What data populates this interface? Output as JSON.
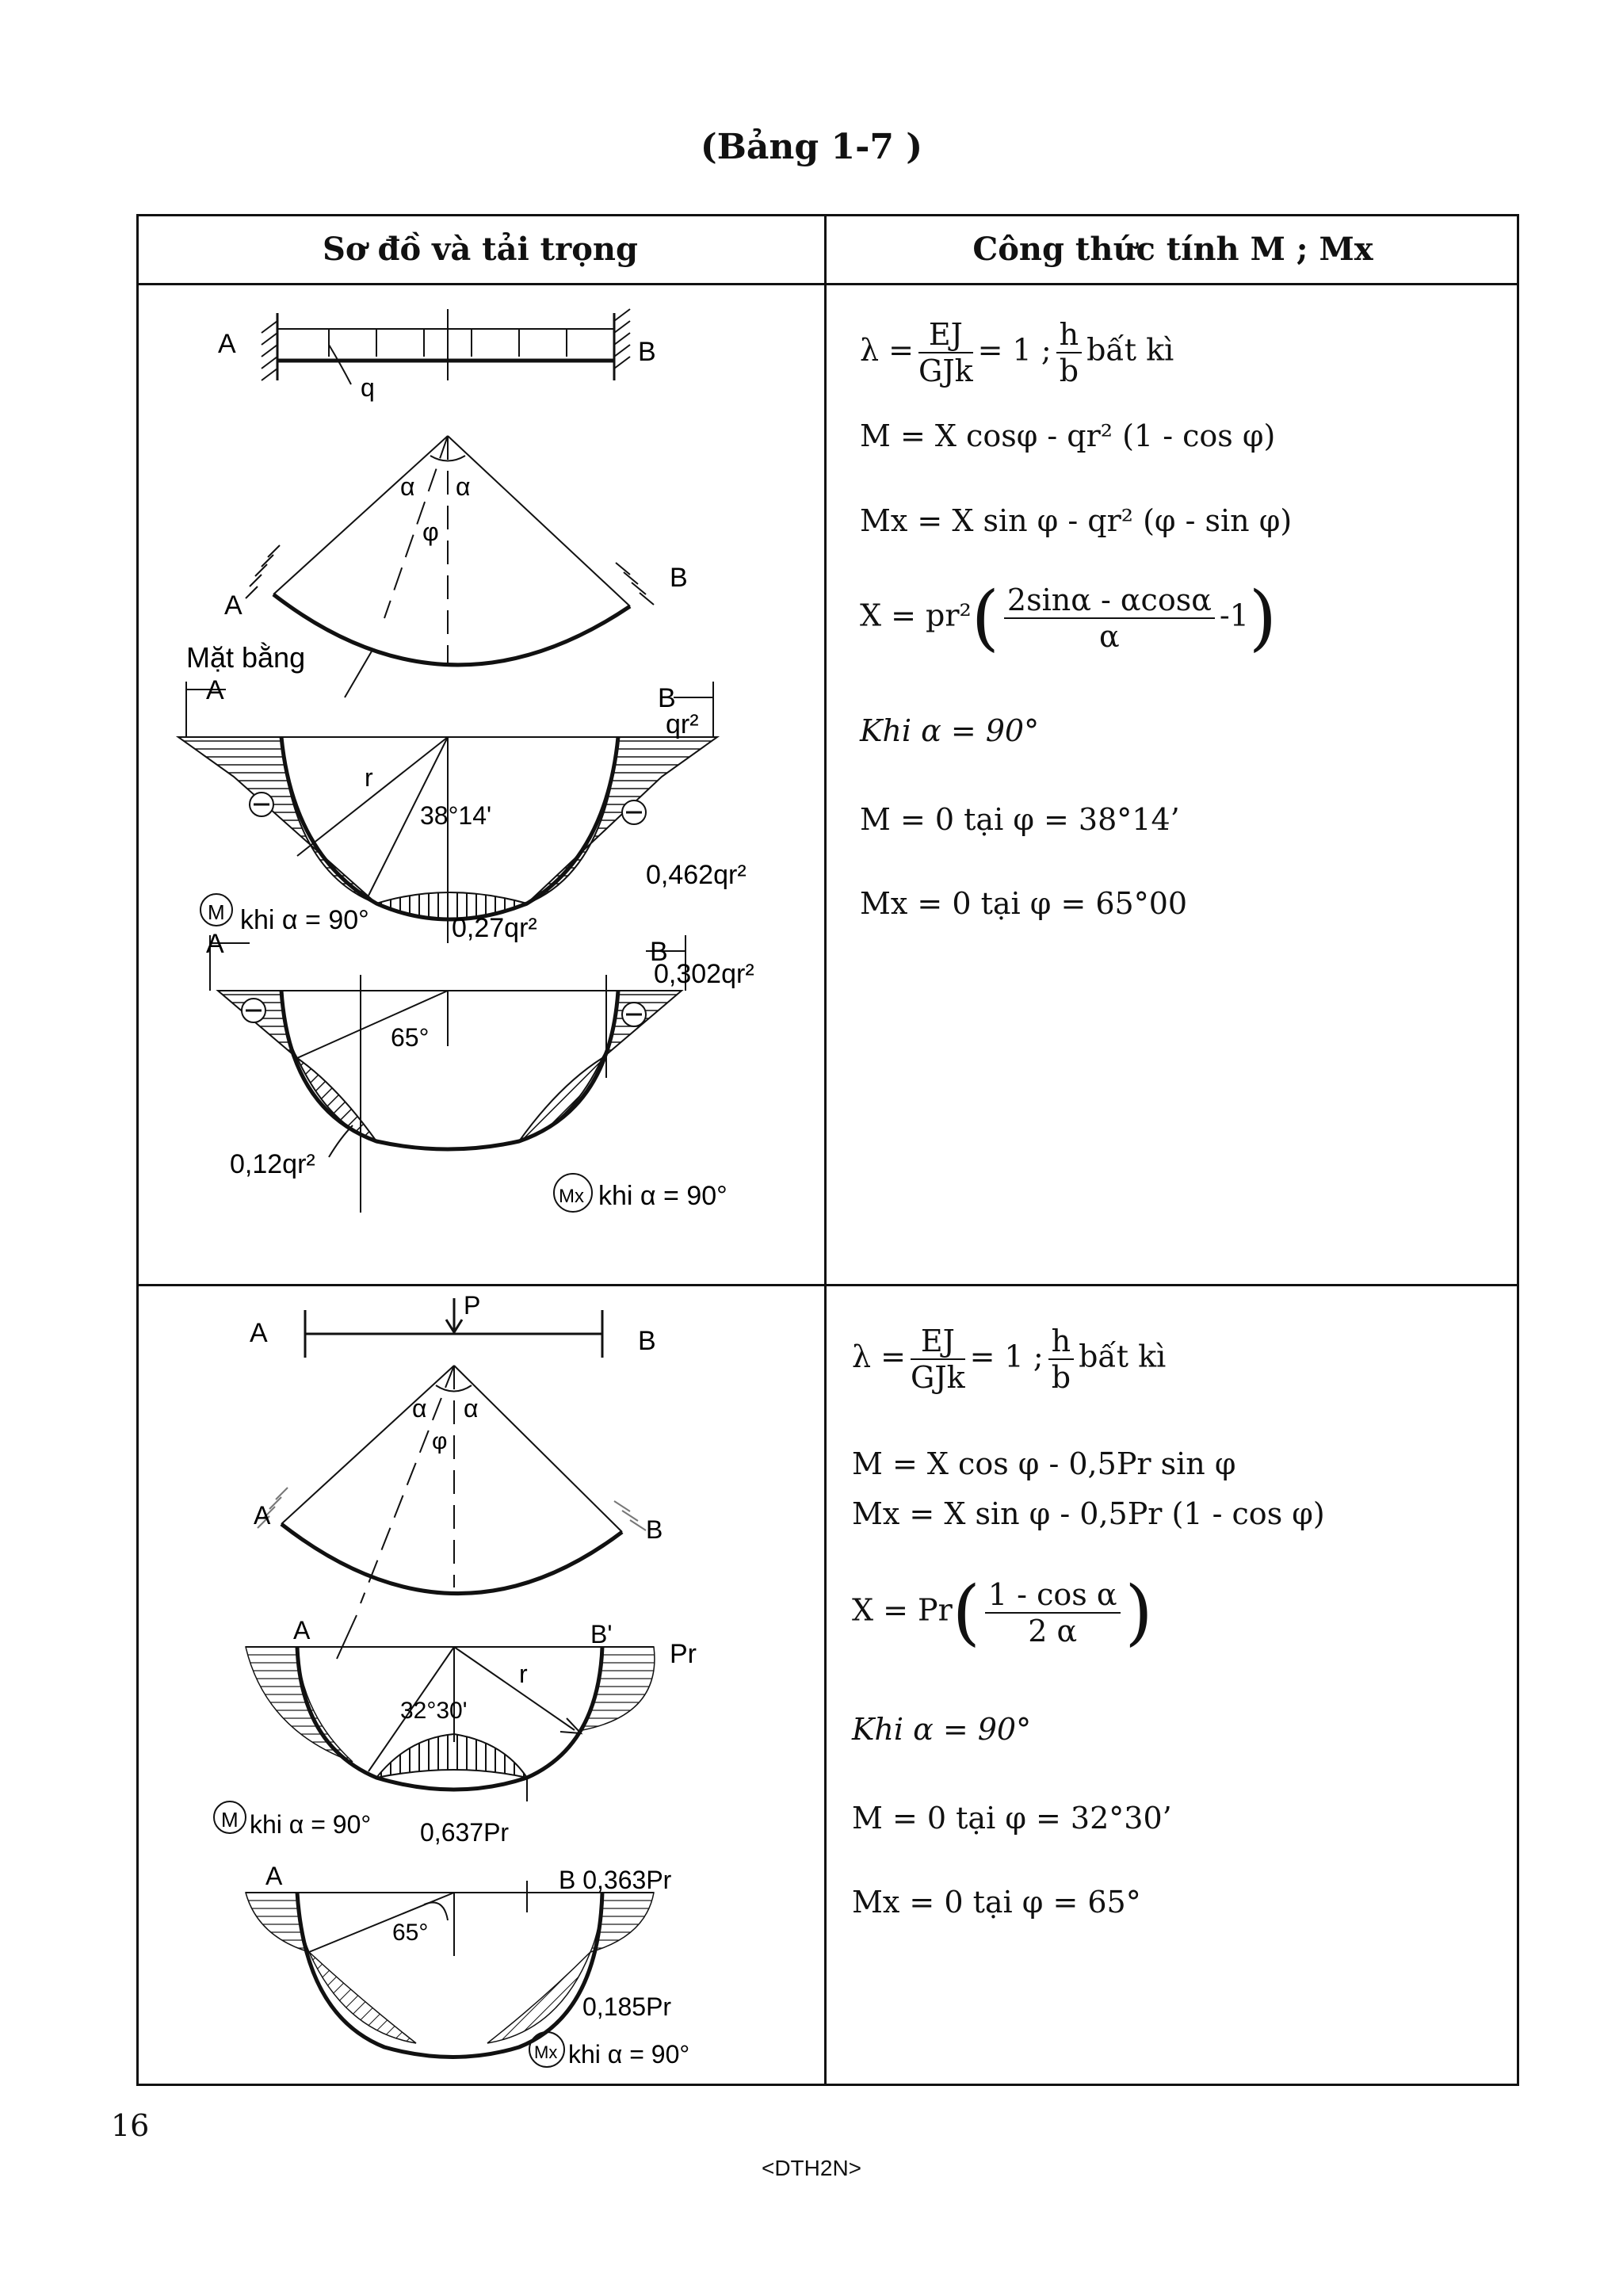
{
  "page_title": "(Bảng 1-7 )",
  "table": {
    "header_left": "Sơ đồ và tải trọng",
    "header_right": "Công thức tính M ; Mx"
  },
  "row1": {
    "labels": {
      "a": "A",
      "b": "B",
      "q": "q",
      "alpha": "α",
      "phi": "φ",
      "plan": "Mặt bằng",
      "a_arrow": "A",
      "b_arrow": "B",
      "qr2": "qr²",
      "r": "r",
      "ang1": "38°14'",
      "v462": "0,462qr²",
      "v27": "0,27qr²",
      "m_label": "khi α = 90°",
      "m_circle": "M",
      "v302": "0,302qr²",
      "ang2": "65°",
      "v12": "0,12qr²",
      "mx_label": "khi α = 90°",
      "mx_circle": "Mx"
    },
    "formulas": {
      "lambda": "λ =",
      "ej": "EJ",
      "gjk": "GJk",
      "eq1": "= 1 ;",
      "h": "h",
      "b": "b",
      "any": "bất kì",
      "m": "M = X cosφ - qr² (1 - cos φ)",
      "mx": "Mx = X sin φ - qr² (φ - sin φ)",
      "x_lhs": "X = pr²",
      "x_num": "2sinα  -  αcosα",
      "x_den": "α",
      "x_tail": "-1",
      "khi": "Khi α = 90°",
      "m0": "M = 0 tại φ = 38°14’",
      "mx0": "Mx = 0 tại φ = 65°00"
    }
  },
  "row2": {
    "labels": {
      "a": "A",
      "b": "B",
      "p": "P",
      "alpha": "α",
      "phi": "φ",
      "a2": "A",
      "b2": "B'",
      "pr": "Pr",
      "r": "r",
      "ang1": "32°30'",
      "m_label": "khi α = 90°",
      "m_circle": "M",
      "v637": "0,637Pr",
      "a3": "A",
      "b3": "B 0,363Pr",
      "ang2": "65°",
      "v185": "0,185Pr",
      "mx_label": "khi α = 90°",
      "mx_circle": "Mx"
    },
    "formulas": {
      "lambda": "λ =",
      "ej": "EJ",
      "gjk": "GJk",
      "eq1": "= 1 ;",
      "h": "h",
      "b": "b",
      "any": "bất kì",
      "m": "M = X cos φ - 0,5Pr sin φ",
      "mx": "Mx = X sin φ - 0,5Pr (1 - cos φ)",
      "x_lhs": "X = Pr",
      "x_num": "1  -  cos α",
      "x_den": "2 α",
      "khi": "Khi α = 90°",
      "m0": "M = 0 tại φ = 32°30’",
      "mx0": "Mx = 0 tại φ = 65°"
    }
  },
  "page_number": "16",
  "footer": "<DTH2N>"
}
